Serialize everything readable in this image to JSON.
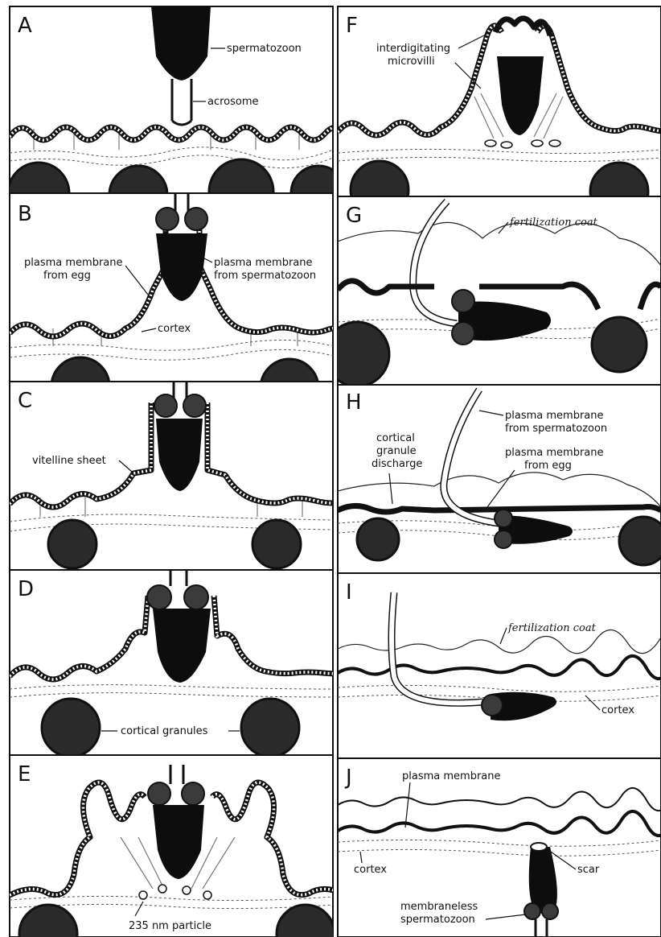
{
  "panels": [
    {
      "letter": "A",
      "labels": [
        "spermatozoon",
        "acrosome"
      ]
    },
    {
      "letter": "B",
      "labels": [
        "plasma membrane",
        "from egg",
        "plasma membrane",
        "from spermatozoon",
        "cortex"
      ]
    },
    {
      "letter": "C",
      "labels": [
        "vitelline sheet"
      ]
    },
    {
      "letter": "D",
      "labels": [
        "cortical granules"
      ]
    },
    {
      "letter": "E",
      "labels": [
        "235 nm particle"
      ]
    },
    {
      "letter": "F",
      "labels": [
        "interdigitating",
        "microvilli"
      ]
    },
    {
      "letter": "G",
      "labels": [
        "fertilization coat"
      ]
    },
    {
      "letter": "H",
      "labels": [
        "cortical",
        "granule",
        "discharge",
        "plasma membrane",
        "from spermatozoon",
        "plasma membrane",
        "from egg"
      ]
    },
    {
      "letter": "I",
      "labels": [
        "fertilization coat",
        "cortex"
      ]
    },
    {
      "letter": "J",
      "labels": [
        "plasma membrane",
        "cortex",
        "scar",
        "membraneless",
        "spermatozoon"
      ]
    }
  ]
}
